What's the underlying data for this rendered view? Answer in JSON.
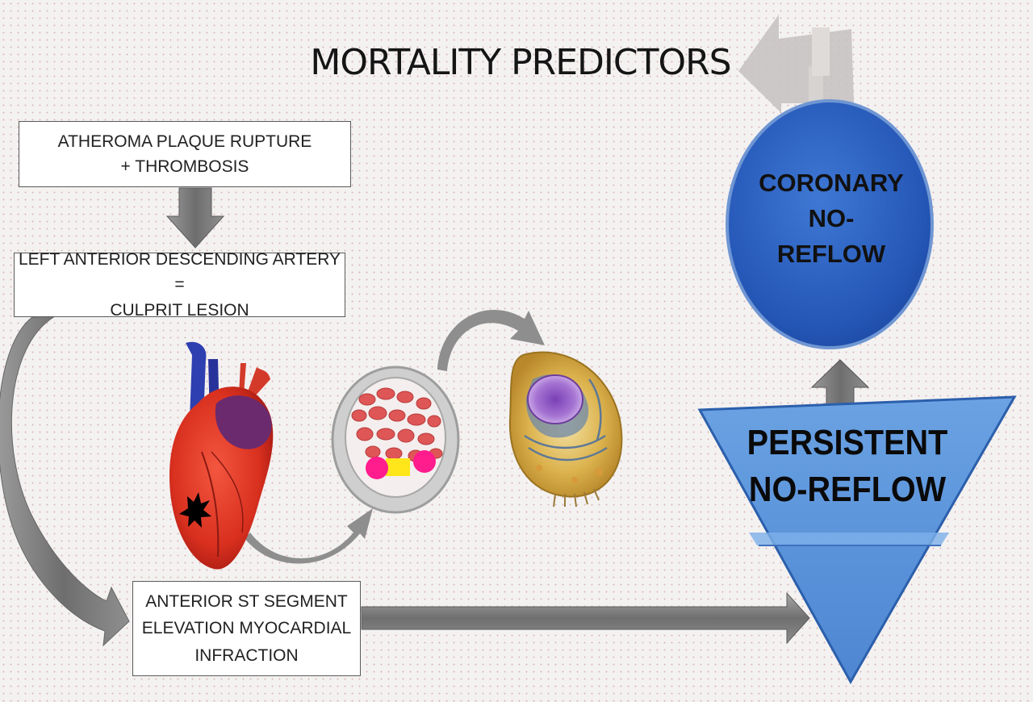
{
  "title": "MORTALITY PREDICTORS",
  "boxes": {
    "plaque": "ATHEROMA PLAQUE RUPTURE\n+ THROMBOSIS",
    "lad": "LEFT ANTERIOR DESCENDING ARTERY =\nCULPRIT LESION",
    "stemi": "ANTERIOR ST SEGMENT\nELEVATION MYOCARDIAL\nINFRACTION"
  },
  "circle": {
    "label": "CORONARY\nNO-\nREFLOW",
    "color": "#2b63c2"
  },
  "triangle": {
    "label": "PERSISTENT\nNO-REFLOW",
    "color": "#5b93da"
  },
  "colors": {
    "arrow": "#8a8a8a",
    "heart": "#e0362b",
    "vessel_wall": "#bdbdbd",
    "blood_cell": "#e05a5a",
    "platelet_magenta": "#ff1c8d",
    "platelet_yellow": "#ffe61a",
    "cell_body": "#e0b84a",
    "nucleus": "#9a63c9"
  },
  "icons": [
    "heart-illustration",
    "vessel-cross-section-illustration",
    "myocardial-cell-illustration"
  ]
}
